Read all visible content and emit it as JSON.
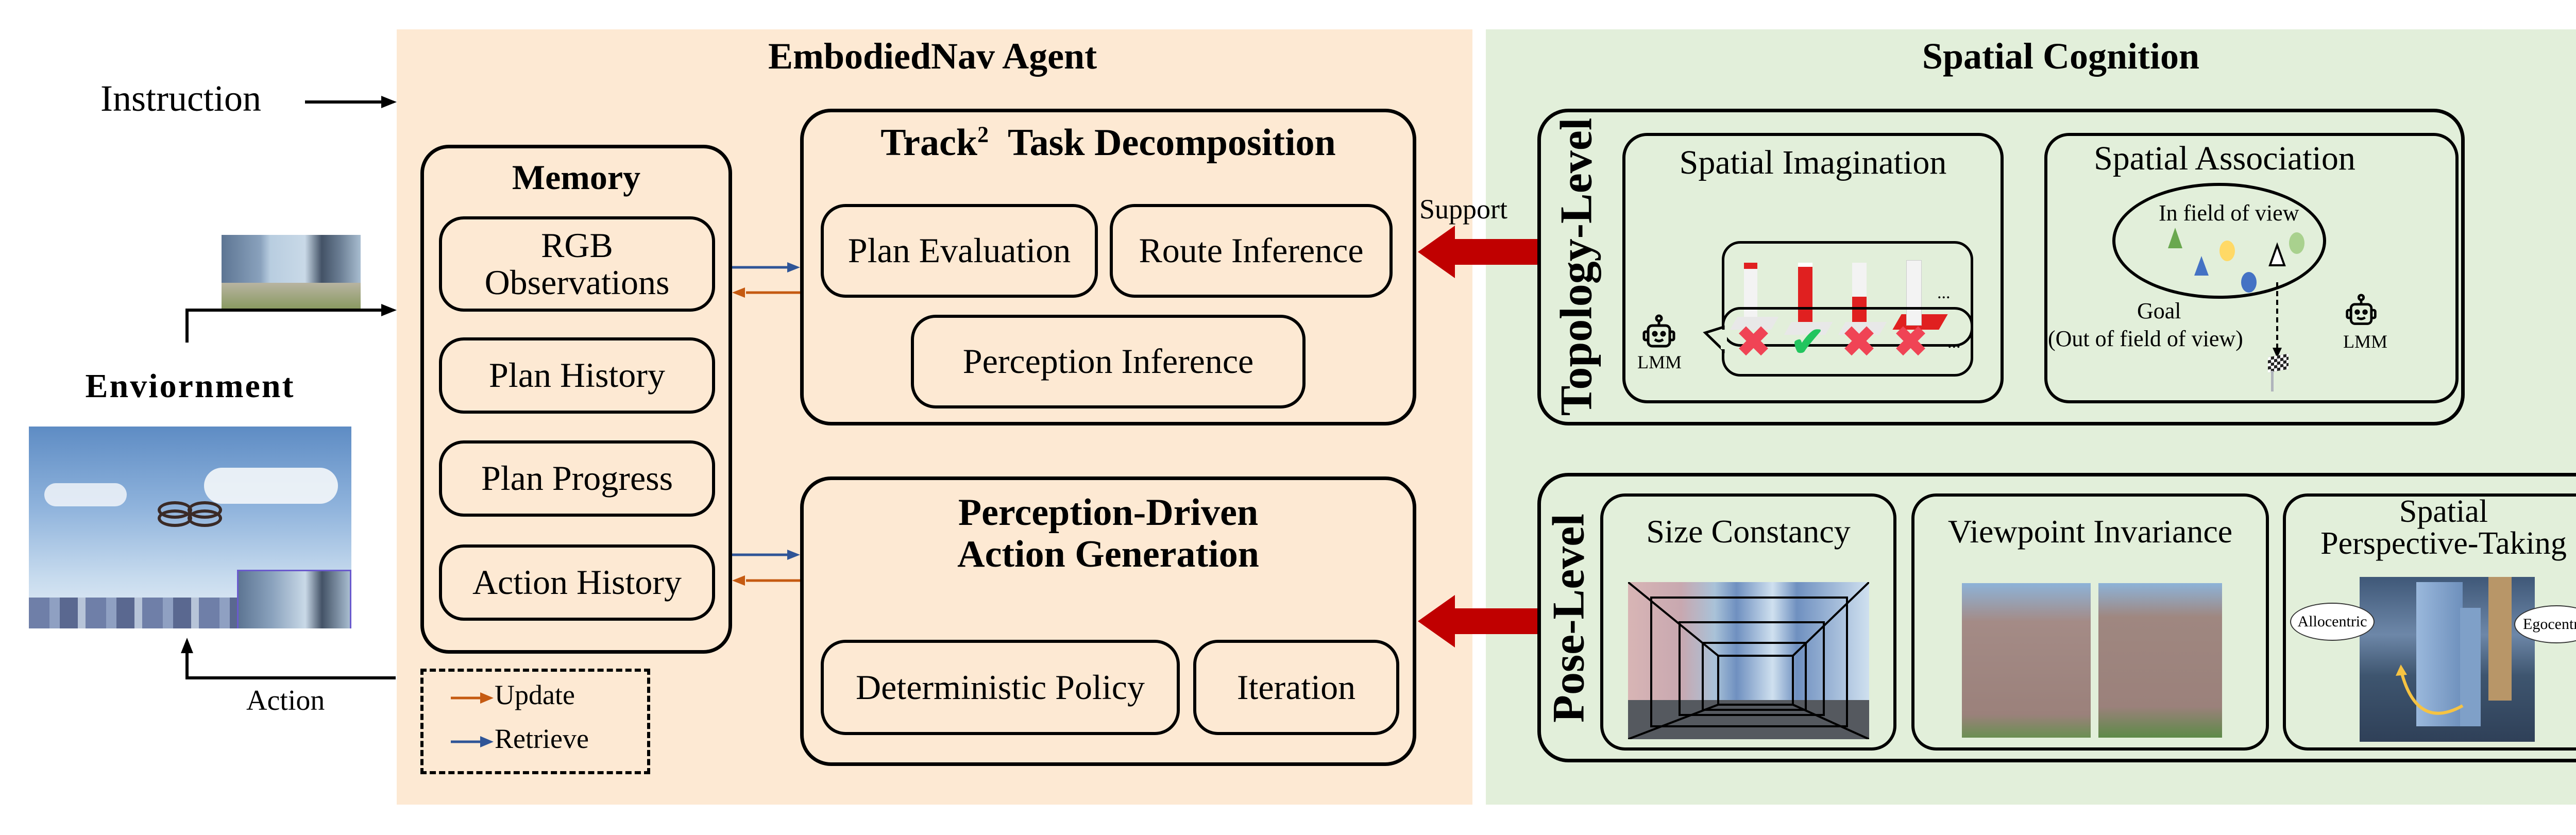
{
  "left": {
    "instruction_label": "Instruction",
    "environment_label": "Enviornment",
    "action_label": "Action",
    "observation_image": "city-street-observation",
    "environment_image": "drone-over-city-sky"
  },
  "agent": {
    "title": "EmbodiedNav Agent",
    "background": "#fde9d3",
    "memory": {
      "title": "Memory",
      "items": [
        "RGB\nObservations",
        "Plan History",
        "Plan Progress",
        "Action History"
      ]
    },
    "legend": {
      "items": [
        {
          "label": "Update",
          "color": "#c55a11"
        },
        {
          "label": "Retrieve",
          "color": "#2f5597"
        }
      ]
    },
    "task_decomposition": {
      "title_prefix": "Track",
      "title_sup": "2",
      "title_suffix": "Task Decomposition",
      "items": [
        "Plan Evaluation",
        "Route Inference",
        "Perception Inference"
      ]
    },
    "action_generation": {
      "title_line1": "Perception-Driven",
      "title_line2": "Action Generation",
      "items": [
        "Deterministic Policy",
        "Iteration"
      ]
    }
  },
  "support_label": "Support",
  "arrow_color": "#c00000",
  "cognition": {
    "title": "Spatial Cognition",
    "background": "#e2efda",
    "topology": {
      "label": "Topology-Level",
      "imagination": {
        "title": "Spatial Imagination",
        "robot_label": "LMM",
        "candidates": [
          "building-top-highlight",
          "building-full-highlight",
          "building-lower-highlight",
          "building-base-highlight"
        ],
        "judgements": [
          "wrong",
          "right",
          "wrong",
          "wrong"
        ],
        "ellipsis": "..."
      },
      "association": {
        "title": "Spatial Association",
        "fov_label": "In field of view",
        "goal_label": "Goal",
        "goal_sub": "(Out of field of view)",
        "robot_label": "LMM"
      }
    },
    "pose": {
      "label": "Pose-Level",
      "items": [
        {
          "title": "Size Constancy",
          "image": "street-perspective-frames"
        },
        {
          "title": "Viewpoint Invariance",
          "image": "building-two-views"
        },
        {
          "title": "Spatial\nPerspective-Taking",
          "image": "drone-near-tower",
          "bubble_left": "Allocentric",
          "bubble_right": "Egocentric"
        }
      ]
    }
  }
}
